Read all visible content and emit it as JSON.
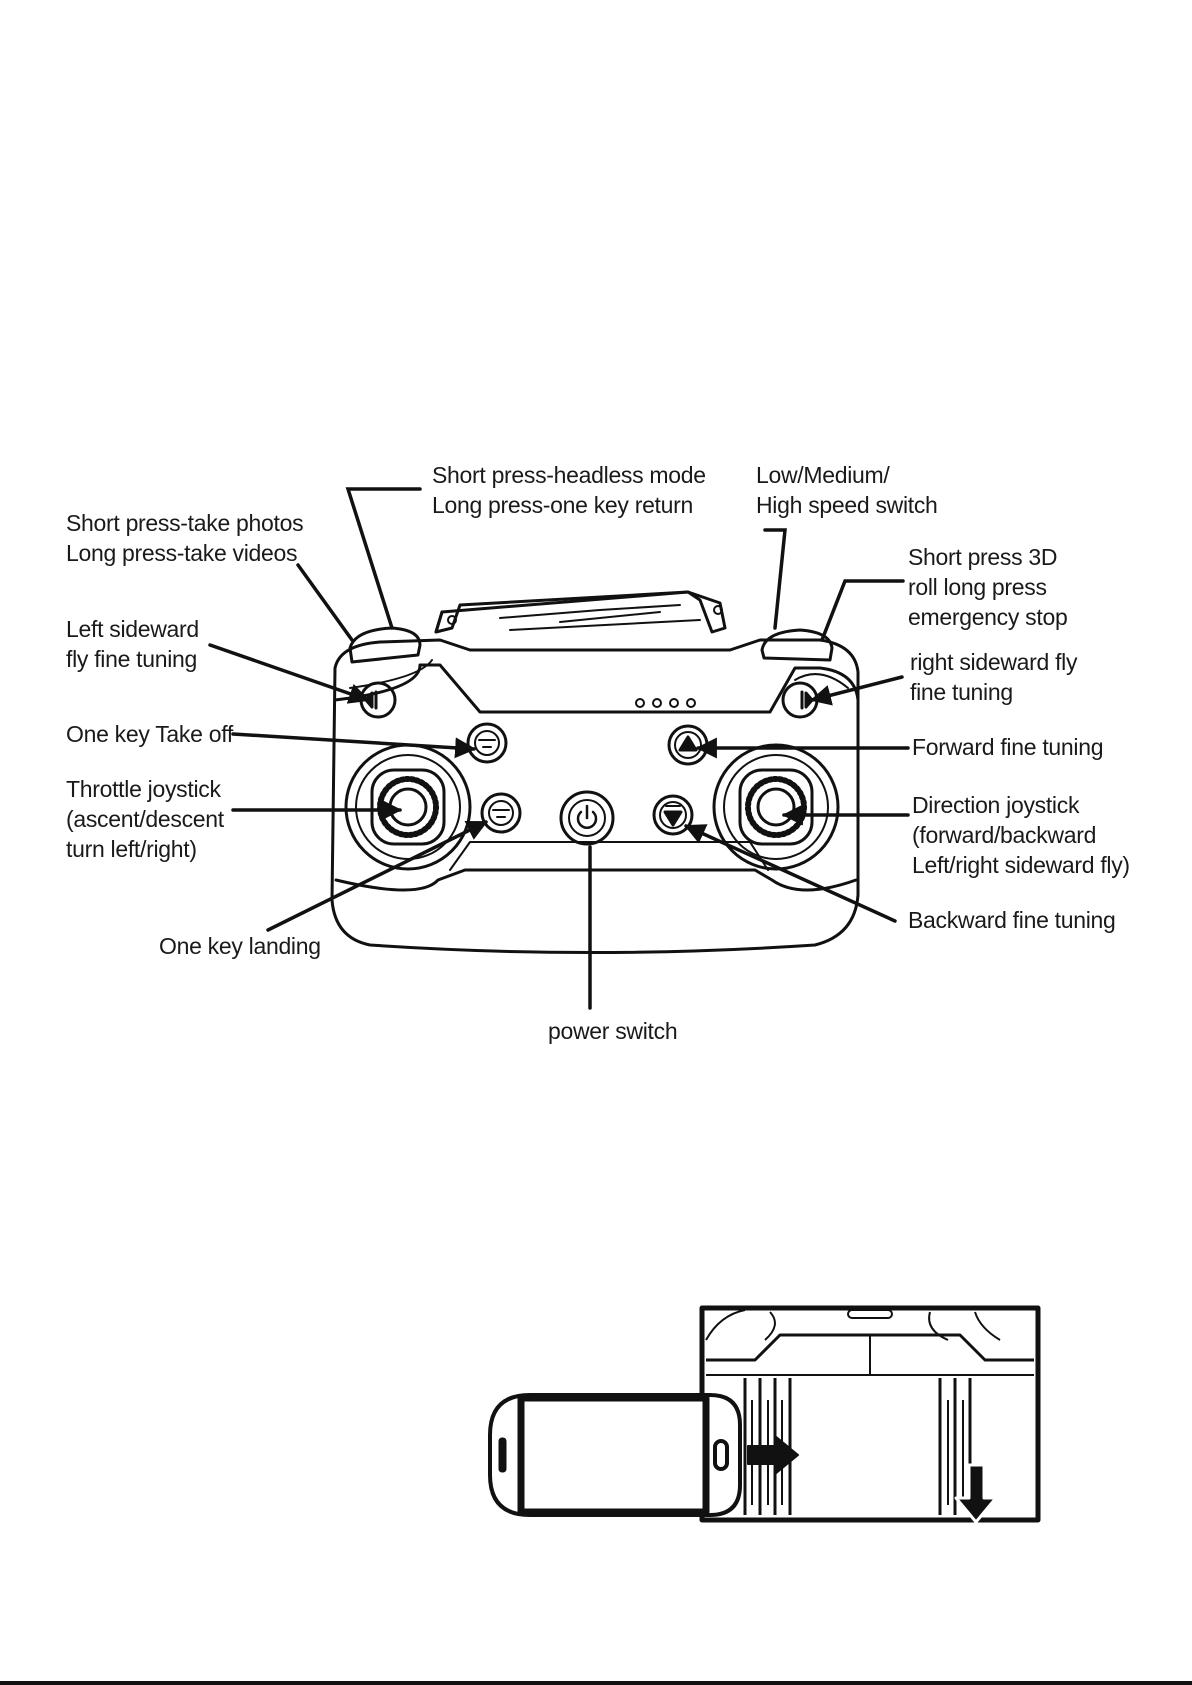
{
  "labels": {
    "headless": [
      "Short press-headless mode",
      "Long press-one key return"
    ],
    "speed": [
      "Low/Medium/",
      "High speed switch"
    ],
    "photos": [
      "Short press-take photos",
      "Long press-take videos"
    ],
    "roll": [
      "Short press 3D",
      "roll long press",
      "emergency stop"
    ],
    "left_sideward": [
      "Left sideward",
      "fly fine tuning"
    ],
    "right_sideward": [
      "right sideward fly",
      "fine tuning"
    ],
    "takeoff": [
      "One key Take off"
    ],
    "forward": [
      "Forward fine tuning"
    ],
    "throttle": [
      "Throttle joystick",
      "(ascent/descent",
      "turn left/right)"
    ],
    "direction": [
      "Direction joystick",
      "(forward/backward",
      "Left/right sideward fly)"
    ],
    "landing": [
      "One key landing"
    ],
    "backward": [
      "Backward fine tuning"
    ],
    "power": [
      "power switch"
    ]
  },
  "icons": [
    "left-trim-icon",
    "right-trim-icon",
    "takeoff-icon",
    "landing-icon",
    "power-icon",
    "forward-trim-icon",
    "backward-trim-icon"
  ]
}
